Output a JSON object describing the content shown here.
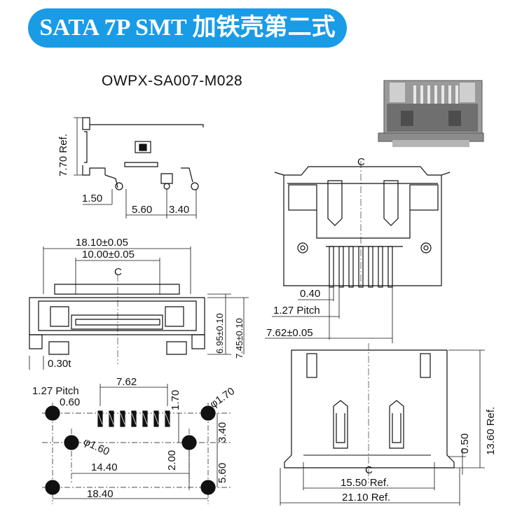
{
  "header": {
    "title": "SATA 7P SMT 加铁壳第二式",
    "part_number": "OWPX-SA007-M028"
  },
  "colors": {
    "title_bg": "#1a9be6",
    "title_text": "#ffffff",
    "line": "#111111"
  },
  "side_view": {
    "dim_height": "7.70 Ref.",
    "dim_a": "1.50",
    "dim_b": "5.60",
    "dim_c": "3.40"
  },
  "front_view": {
    "dim_width": "18.10±0.05",
    "dim_inner": "10.00±0.05",
    "center_mark": "C",
    "dim_h1": "6.95±0.10",
    "dim_h2": "7.45±0.10",
    "dim_thick": "0.30t"
  },
  "footprint": {
    "pitch": "1.27 Pitch",
    "pad_span": "7.62",
    "pad_width": "0.60",
    "pad_len": "1.70",
    "big_hole": "φ1.70",
    "small_hole": "φ1.60",
    "dim_340": "3.40",
    "dim_200": "2.00",
    "dim_560": "5.60",
    "dim_1440": "14.40",
    "dim_1840": "18.40"
  },
  "top_view": {
    "center_mark": "C",
    "pin_width": "0.40",
    "pitch": "1.27 Pitch",
    "pin_span": "7.62±0.05"
  },
  "bottom_view": {
    "dim_050": "0.50",
    "dim_height": "13.60 Ref.",
    "dim_inner": "15.50 Ref.",
    "dim_outer": "21.10 Ref.",
    "center_mark": "C"
  }
}
